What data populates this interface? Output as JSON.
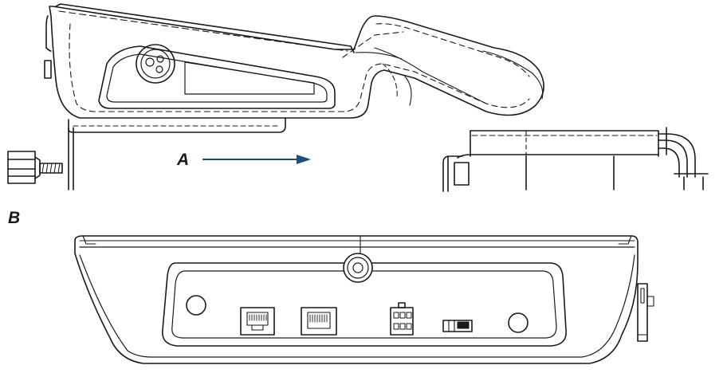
{
  "labels": {
    "a": "A",
    "b": "B"
  },
  "colors": {
    "line": "#1a1a1a",
    "arrow": "#1f4e79",
    "background": "#ffffff"
  },
  "icons": [
    "device-side-view",
    "connector-side-view",
    "device-rear-panel",
    "thumbscrew"
  ]
}
